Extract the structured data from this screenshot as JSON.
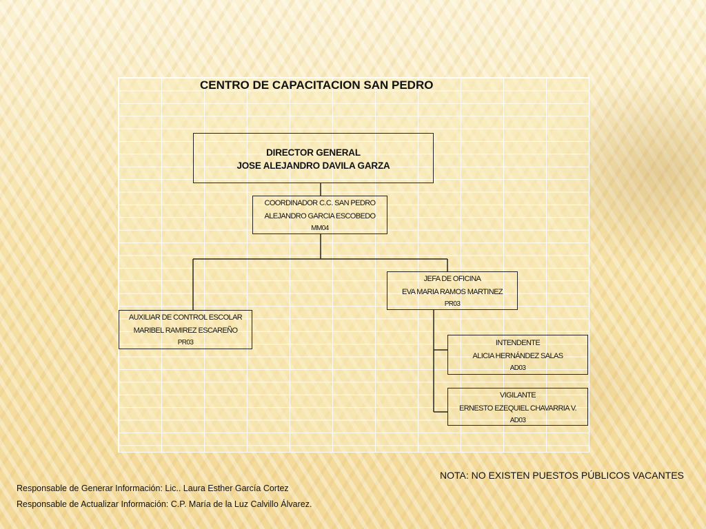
{
  "chart": {
    "title": "CENTRO DE CAPACITACION SAN PEDRO",
    "director": {
      "role": "DIRECTOR GENERAL",
      "name": "JOSE ALEJANDRO DAVILA GARZA"
    },
    "coordinator": {
      "role": "COORDINADOR C.C. SAN PEDRO",
      "name": "ALEJANDRO GARCIA ESCOBEDO",
      "code": "MM04"
    },
    "office_head": {
      "role": "JEFA DE OFICINA",
      "name": "EVA MARIA RAMOS MARTINEZ",
      "code": "PR03"
    },
    "school_assistant": {
      "role": "AUXILIAR DE CONTROL ESCOLAR",
      "name": "MARIBEL RAMIREZ ESCAREÑO",
      "code": "PR03"
    },
    "janitor": {
      "role": "INTENDENTE",
      "name": "ALICIA HERNÁNDEZ SALAS",
      "code": "AD03"
    },
    "guard": {
      "role": "VIGILANTE",
      "name": "ERNESTO EZEQUIEL CHAVARRIA V.",
      "code": "AD03"
    }
  },
  "note": "NOTA: NO EXISTEN PUESTOS PÚBLICOS VACANTES",
  "footer": {
    "responsible_generate": "Responsable de Generar Información: Lic.. Laura Esther García Cortez",
    "responsible_update": "Responsable de Actualizar Información: C.P. María de la Luz Calvillo Álvarez."
  }
}
